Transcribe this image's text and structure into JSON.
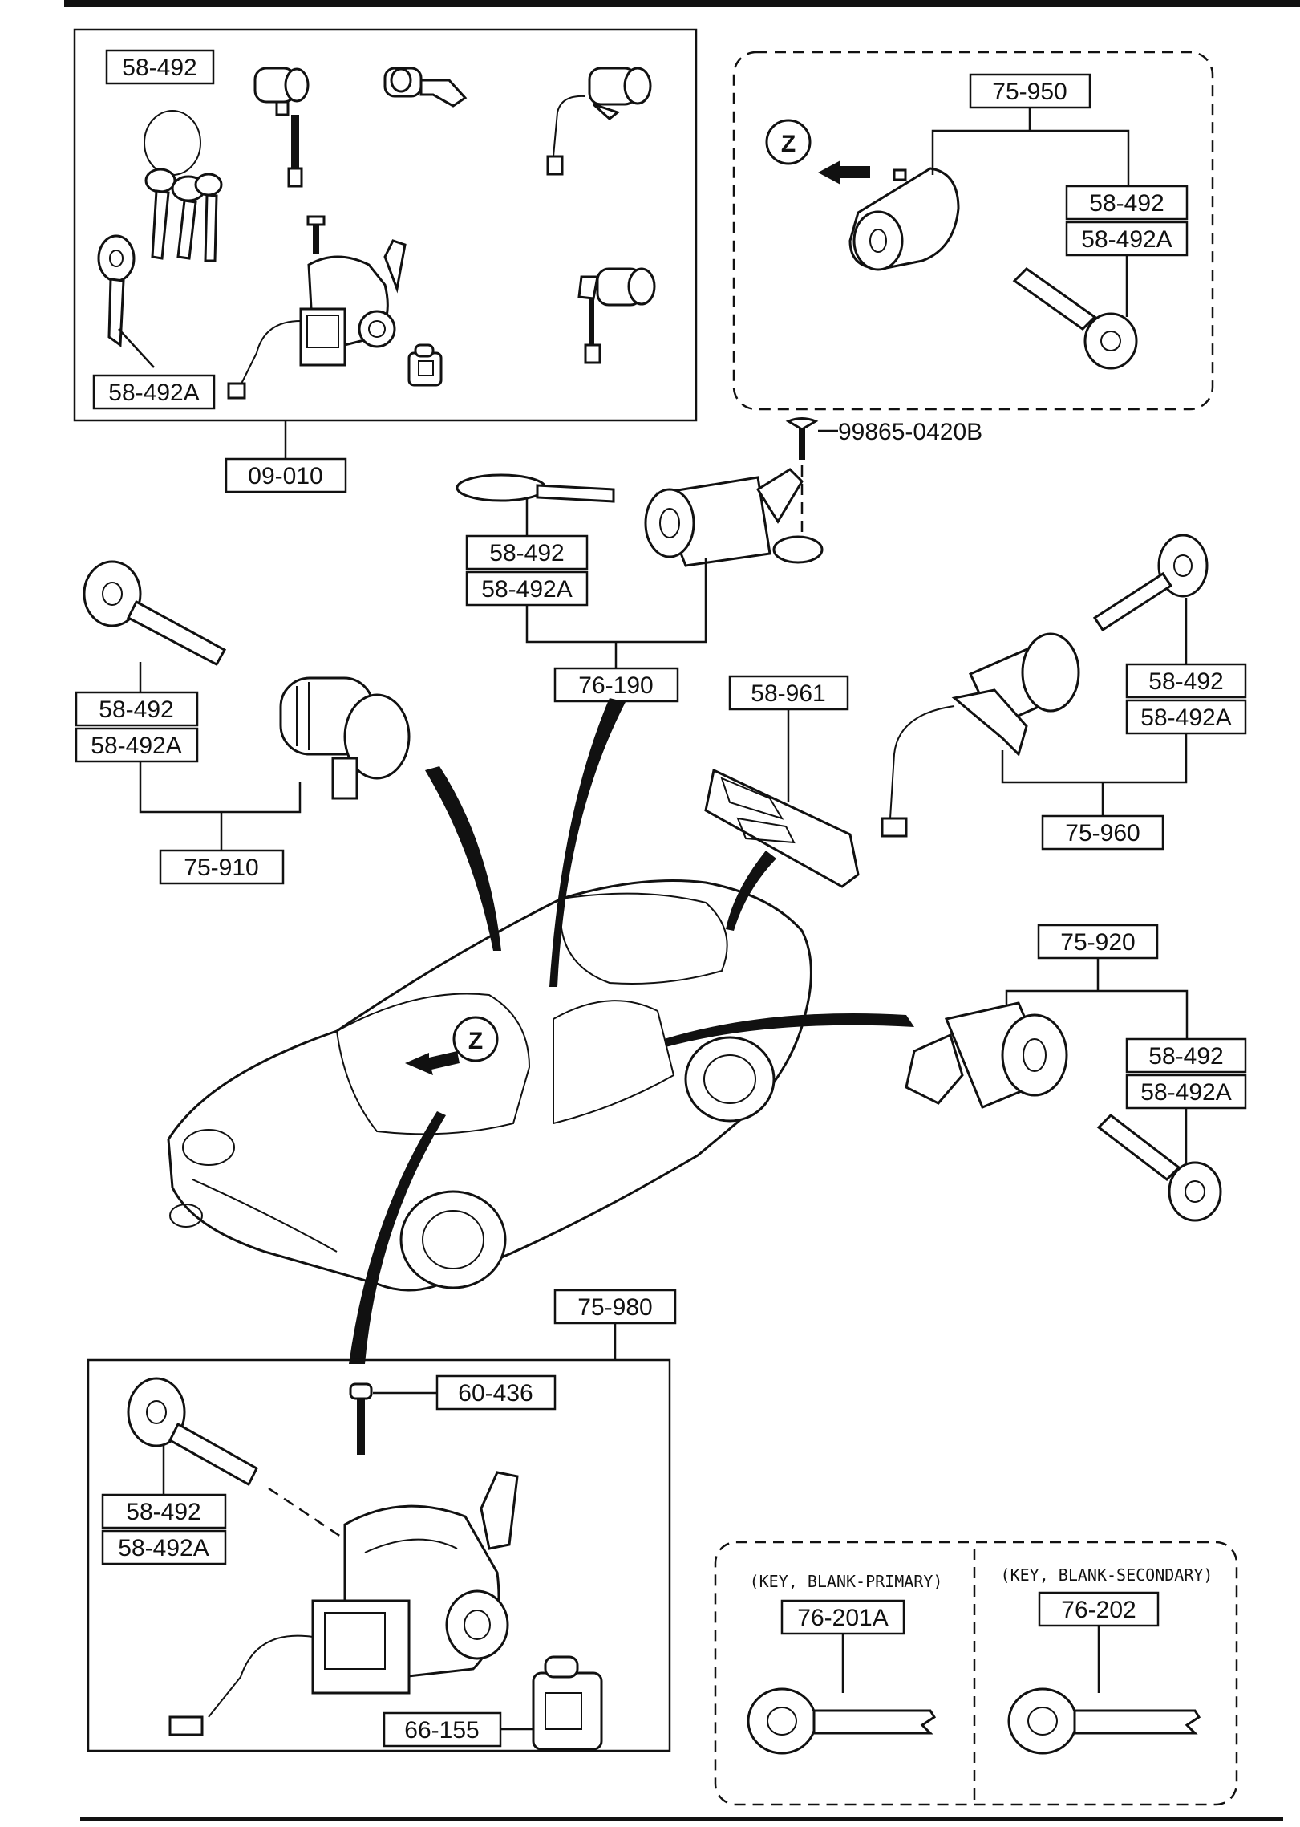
{
  "labels": {
    "ignition_set": "09-010",
    "ign_key": "58-492",
    "ign_key_secondary": "58-492A",
    "glove_cyl": "75-950",
    "glove_key": "58-492",
    "glove_key_secondary": "58-492A",
    "screw": "99865-0420B",
    "center_cyl": "76-190",
    "center_key": "58-492",
    "center_key_secondary": "58-492A",
    "left_cyl": "75-910",
    "left_key": "58-492",
    "left_key_secondary": "58-492A",
    "latch": "58-961",
    "trunk_cyl": "75-960",
    "trunk_key": "58-492",
    "trunk_key_secondary": "58-492A",
    "door_cyl": "75-920",
    "door_key": "58-492",
    "door_key_secondary": "58-492A",
    "steering_lock": "75-980",
    "bolt": "60-436",
    "steering_key": "58-492",
    "steering_key_secondary": "58-492A",
    "switch": "66-155",
    "view_marker_top": "Z",
    "view_marker_car": "Z"
  },
  "blanks": {
    "primary_caption": "(KEY, BLANK-PRIMARY)",
    "primary_part": "76-201A",
    "secondary_caption": "(KEY, BLANK-SECONDARY)",
    "secondary_part": "76-202"
  }
}
